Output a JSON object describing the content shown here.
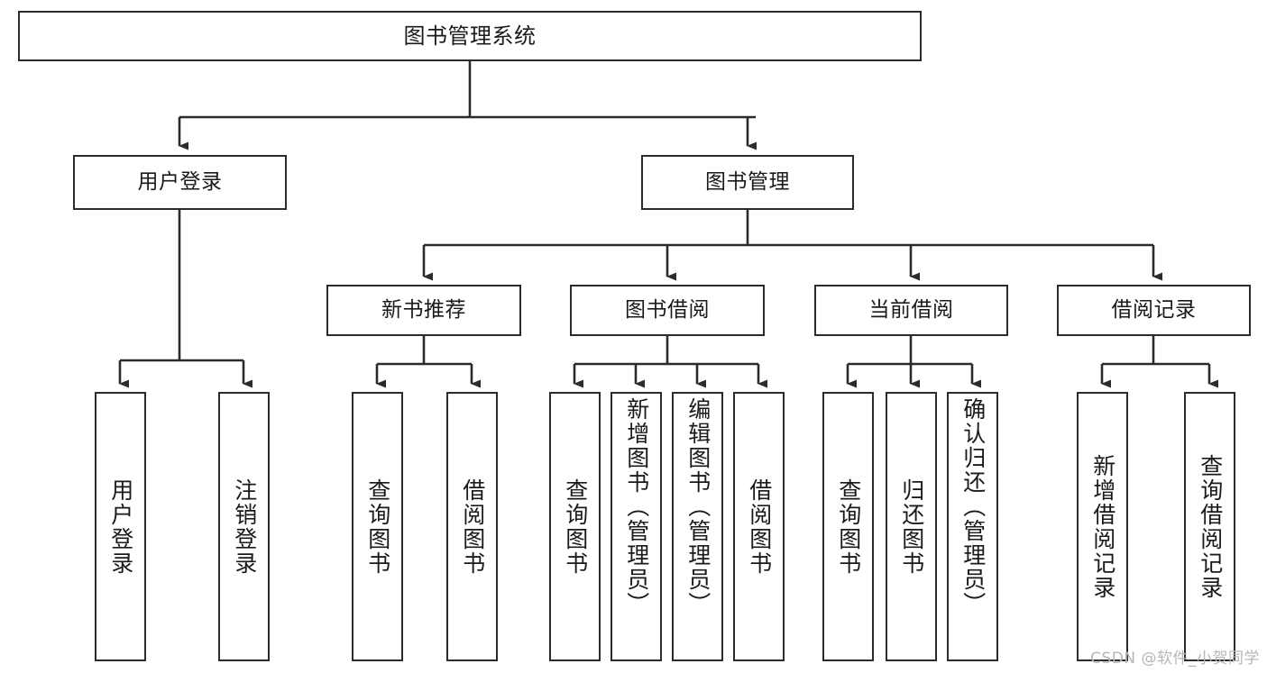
{
  "diagram": {
    "type": "tree-hierarchy-diagram",
    "title": "图书管理系统",
    "watermark": "CSDN @软件_小贺同学",
    "colors": {
      "stroke": "#2b2b2b",
      "fill": "#ffffff",
      "text": "#1a1a1a",
      "watermark": "#b6b6b6"
    },
    "nodes": {
      "root": {
        "label": "图书管理系统"
      },
      "level2": [
        {
          "id": "user-login",
          "label": "用户登录"
        },
        {
          "id": "book-manage",
          "label": "图书管理"
        }
      ],
      "level3": [
        {
          "id": "new-book-recommend",
          "label": "新书推荐"
        },
        {
          "id": "book-borrow",
          "label": "图书借阅"
        },
        {
          "id": "current-borrow",
          "label": "当前借阅"
        },
        {
          "id": "borrow-record",
          "label": "借阅记录"
        }
      ],
      "leaves": {
        "user-login": [
          {
            "id": "leaf-user-login",
            "label": "用户登录"
          },
          {
            "id": "leaf-logout-login",
            "label": "注销登录"
          }
        ],
        "new-book-recommend": [
          {
            "id": "leaf-query-book-1",
            "label": "查询图书"
          },
          {
            "id": "leaf-borrow-book-1",
            "label": "借阅图书"
          }
        ],
        "book-borrow": [
          {
            "id": "leaf-query-book-2",
            "label": "查询图书"
          },
          {
            "id": "leaf-add-book",
            "label": "新增图书（管理员）"
          },
          {
            "id": "leaf-edit-book",
            "label": "编辑图书（管理员）"
          },
          {
            "id": "leaf-borrow-book-2",
            "label": "借阅图书"
          }
        ],
        "current-borrow": [
          {
            "id": "leaf-query-book-3",
            "label": "查询图书"
          },
          {
            "id": "leaf-return-book",
            "label": "归还图书"
          },
          {
            "id": "leaf-confirm-return",
            "label": "确认归还（管理员）"
          }
        ],
        "borrow-record": [
          {
            "id": "leaf-add-record",
            "label": "新增借阅记录"
          },
          {
            "id": "leaf-query-record",
            "label": "查询借阅记录"
          }
        ]
      }
    }
  }
}
